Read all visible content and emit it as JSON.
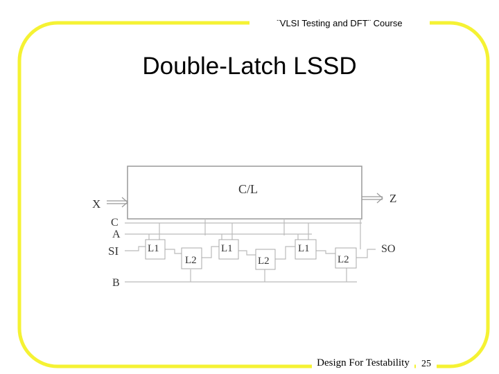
{
  "slide": {
    "course_title": "¨VLSI Testing and DFT¨ Course",
    "title": "Double-Latch LSSD",
    "footer_text": "Design For Testability",
    "page_number": "25",
    "frame_color": "#f5f233"
  },
  "diagram": {
    "block_label": "C/L",
    "inputs": {
      "x": "X",
      "c": "C",
      "a": "A",
      "si": "SI",
      "b": "B"
    },
    "outputs": {
      "z": "Z",
      "so": "SO"
    },
    "latches": [
      {
        "l1": "L1",
        "l2": "L2"
      },
      {
        "l1": "L1",
        "l2": "L2"
      },
      {
        "l1": "L1",
        "l2": "L2"
      }
    ]
  }
}
